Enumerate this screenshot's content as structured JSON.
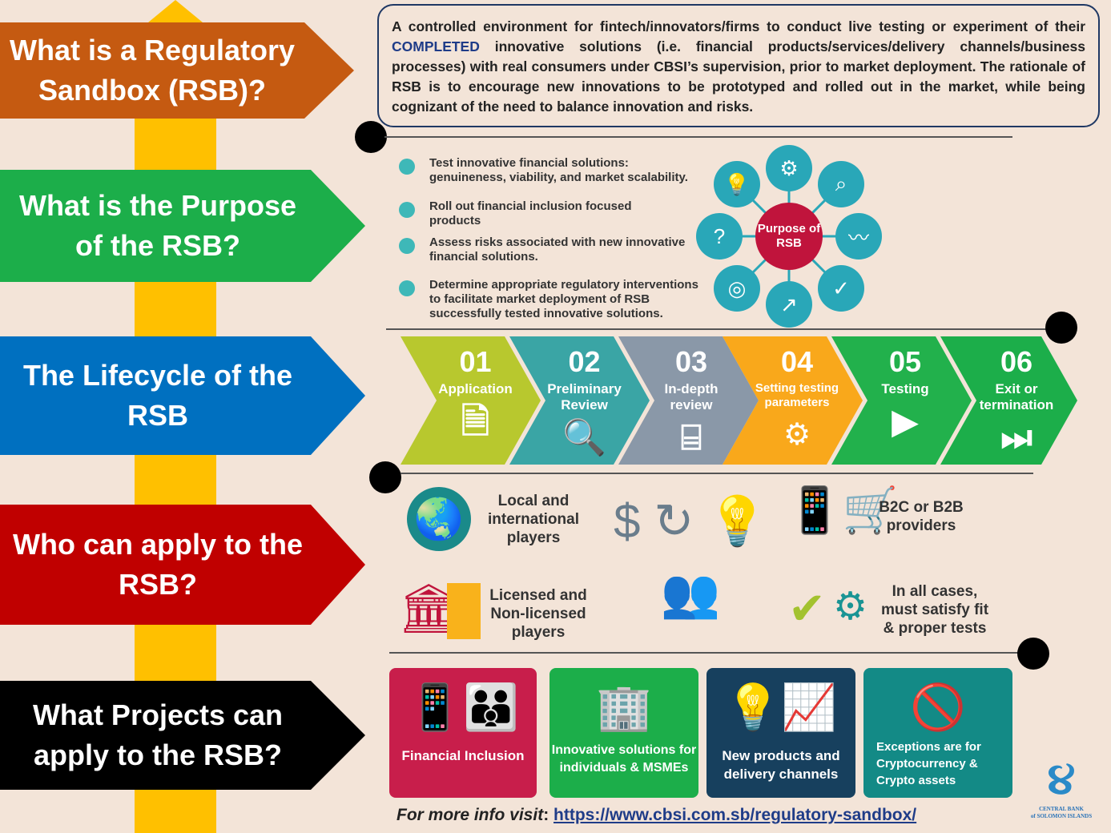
{
  "colors": {
    "background": "#f3e4d8",
    "pole": "#ffc000",
    "banner_1": "#c55a11",
    "banner_2": "#1cae4a",
    "banner_3": "#0070c0",
    "banner_4": "#c00000",
    "banner_5": "#000000",
    "hub": "#c0143c",
    "satellite": "#29a7b8"
  },
  "banners": [
    "What is a Regulatory Sandbox (RSB)?",
    "What is the Purpose of the RSB?",
    "The Lifecycle of the RSB",
    "Who can apply to the RSB?",
    "What Projects can apply to the RSB?"
  ],
  "definition": {
    "before": "A controlled environment for fintech/innovators/firms to conduct live testing or experiment of their ",
    "highlight": "COMPLETED",
    "after": " innovative solutions (i.e. financial products/services/delivery channels/business processes) with real consumers under CBSI’s supervision, prior to market deployment. The rationale of RSB is to encourage new innovations to be prototyped and rolled out in the market, while being cognizant of the need to balance innovation and risks."
  },
  "purpose": {
    "bullets": [
      "Test innovative financial solutions: genuineness, viability, and market scalability.",
      "Roll out financial inclusion focused products",
      "Assess risks associated with new innovative financial solutions.",
      "Determine appropriate regulatory interventions to facilitate market deployment of RSB successfully tested innovative solutions."
    ],
    "hub_label": "Purpose of RSB",
    "satellite_icons": [
      "gears-icon",
      "search-icon",
      "soundwave-icon",
      "check-icon",
      "chart-icon",
      "target-icon",
      "question-icon",
      "lightbulb-icon"
    ]
  },
  "lifecycle": [
    {
      "num": "01",
      "label": "Application",
      "icon": "document-icon",
      "color": "#b8c82e"
    },
    {
      "num": "02",
      "label": "Preliminary Review",
      "icon": "magnifier-document-icon",
      "color": "#3aa5a5"
    },
    {
      "num": "03",
      "label": "In-depth review",
      "icon": "scan-icon",
      "color": "#8a98a8"
    },
    {
      "num": "04",
      "label": "Setting testing parameters",
      "icon": "gears-icon",
      "color": "#f9a81b"
    },
    {
      "num": "05",
      "label": "Testing",
      "icon": "play-icon",
      "color": "#22b14c"
    },
    {
      "num": "06",
      "label": "Exit or termination",
      "icon": "fast-forward-icon",
      "color": "#1cae4a"
    }
  ],
  "who": {
    "local": "Local and international players",
    "licensed": "Licensed and Non-licensed players",
    "providers": "B2C or B2B providers",
    "tests": "In all cases, must satisfy fit & proper tests"
  },
  "projects": [
    {
      "label": "Financial Inclusion",
      "icon": "mobile-family-icon",
      "color": "#c81e4b"
    },
    {
      "label": "Innovative solutions for individuals & MSMEs",
      "icon": "building-icon",
      "color": "#1cae4a"
    },
    {
      "label": "New products and delivery channels",
      "icon": "growth-chart-icon",
      "color": "#17405e"
    },
    {
      "label": "Exceptions are for Cryptocurrency & Crypto assets",
      "icon": "prohibited-icon",
      "color": "#138a86"
    }
  ],
  "footer": {
    "prefix": "For more info visit",
    "colon": ": ",
    "url": "https://www.cbsi.com.sb/regulatory-sandbox/"
  },
  "logo": {
    "line1": "CENTRAL BANK",
    "line2": "of SOLOMON ISLANDS"
  }
}
